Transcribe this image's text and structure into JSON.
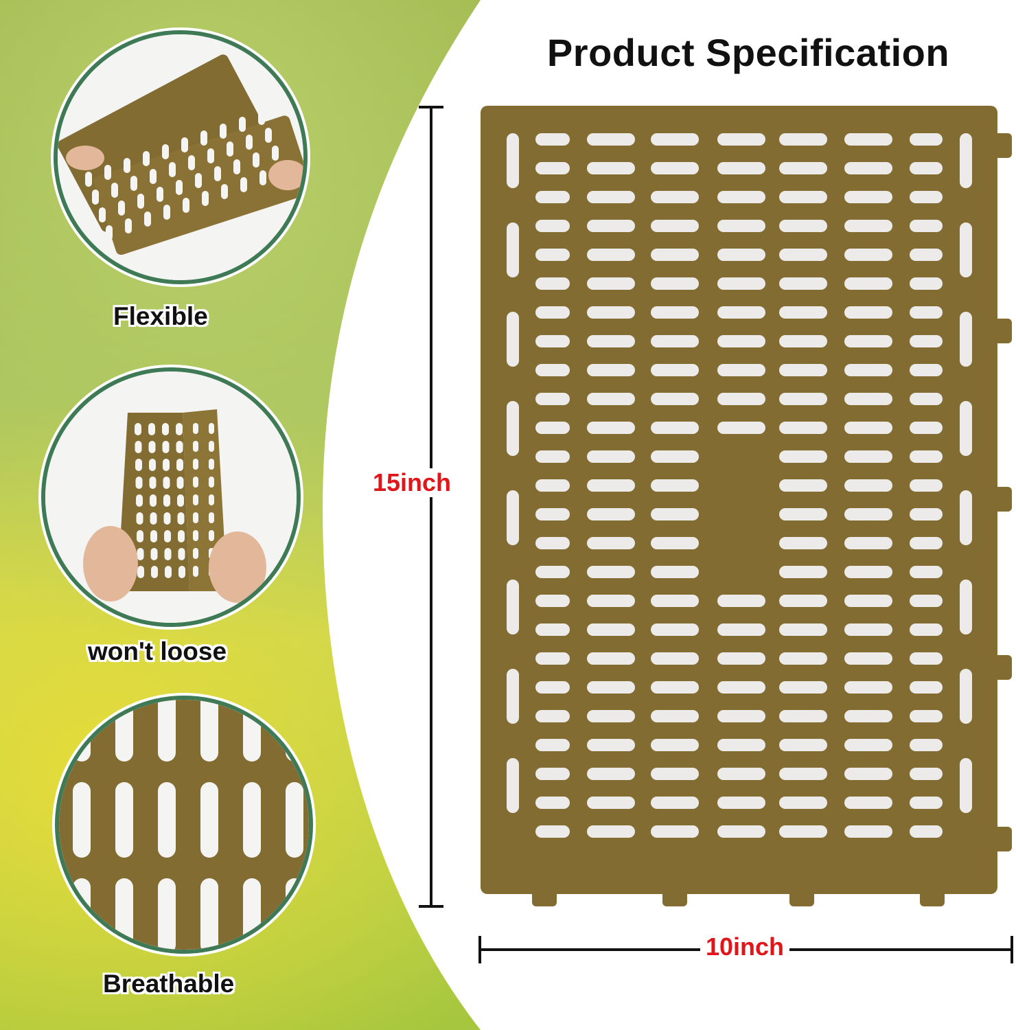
{
  "title": "Product Specification",
  "features": [
    {
      "label": "Flexible",
      "icon": "flexible-mat-photo"
    },
    {
      "label": "won't loose",
      "icon": "rolled-mat-photo"
    },
    {
      "label": "Breathable",
      "icon": "slots-closeup-photo"
    }
  ],
  "dimensions": {
    "height": "15inch",
    "width": "10inch"
  },
  "colors": {
    "mat": "#836c32",
    "circle_border": "#3f7a57",
    "dimension_text": "#e0161b"
  }
}
